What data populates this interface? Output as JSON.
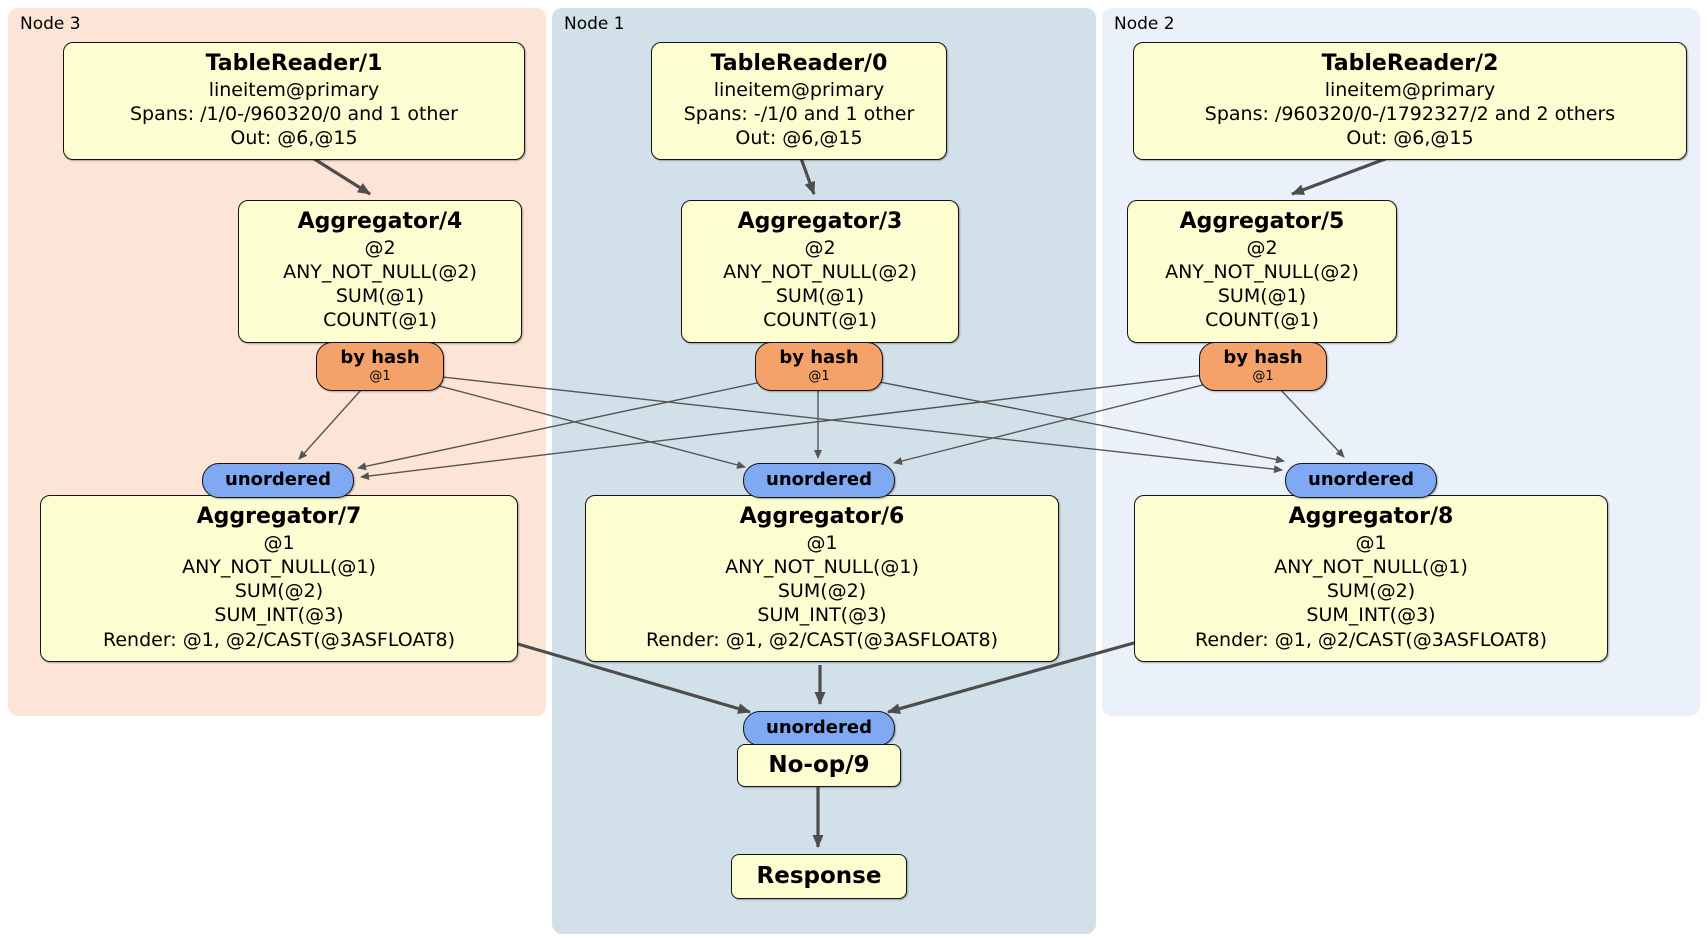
{
  "regions": [
    {
      "label": "Node 3"
    },
    {
      "label": "Node 1"
    },
    {
      "label": "Node 2"
    }
  ],
  "labels": {
    "by_hash": "by hash",
    "by_hash_key": "@1",
    "unordered": "unordered"
  },
  "processors": {
    "tablereader1": {
      "title": "TableReader/1",
      "lines": [
        "lineitem@primary",
        "Spans: /1/0-/960320/0 and 1 other",
        "Out: @6,@15"
      ]
    },
    "tablereader0": {
      "title": "TableReader/0",
      "lines": [
        "lineitem@primary",
        "Spans: -/1/0 and 1 other",
        "Out: @6,@15"
      ]
    },
    "tablereader2": {
      "title": "TableReader/2",
      "lines": [
        "lineitem@primary",
        "Spans: /960320/0-/1792327/2 and 2 others",
        "Out: @6,@15"
      ]
    },
    "aggregator4": {
      "title": "Aggregator/4",
      "lines": [
        "@2",
        "ANY_NOT_NULL(@2)",
        "SUM(@1)",
        "COUNT(@1)"
      ]
    },
    "aggregator3": {
      "title": "Aggregator/3",
      "lines": [
        "@2",
        "ANY_NOT_NULL(@2)",
        "SUM(@1)",
        "COUNT(@1)"
      ]
    },
    "aggregator5": {
      "title": "Aggregator/5",
      "lines": [
        "@2",
        "ANY_NOT_NULL(@2)",
        "SUM(@1)",
        "COUNT(@1)"
      ]
    },
    "aggregator7": {
      "title": "Aggregator/7",
      "lines": [
        "@1",
        "ANY_NOT_NULL(@1)",
        "SUM(@2)",
        "SUM_INT(@3)",
        "Render: @1, @2/CAST(@3ASFLOAT8)"
      ]
    },
    "aggregator6": {
      "title": "Aggregator/6",
      "lines": [
        "@1",
        "ANY_NOT_NULL(@1)",
        "SUM(@2)",
        "SUM_INT(@3)",
        "Render: @1, @2/CAST(@3ASFLOAT8)"
      ]
    },
    "aggregator8": {
      "title": "Aggregator/8",
      "lines": [
        "@1",
        "ANY_NOT_NULL(@1)",
        "SUM(@2)",
        "SUM_INT(@3)",
        "Render: @1, @2/CAST(@3ASFLOAT8)"
      ]
    },
    "noop9": {
      "title": "No-op/9"
    },
    "response": {
      "title": "Response"
    }
  },
  "colors": {
    "node3_bg": "#fce4d6",
    "node1_bg": "#d2e0e9",
    "node2_bg": "#eaf1fa",
    "processor_bg": "#fdfdd2",
    "router_bg": "#f4a269",
    "sync_bg": "#7fa9f2",
    "edge": "#4d4d4d"
  }
}
